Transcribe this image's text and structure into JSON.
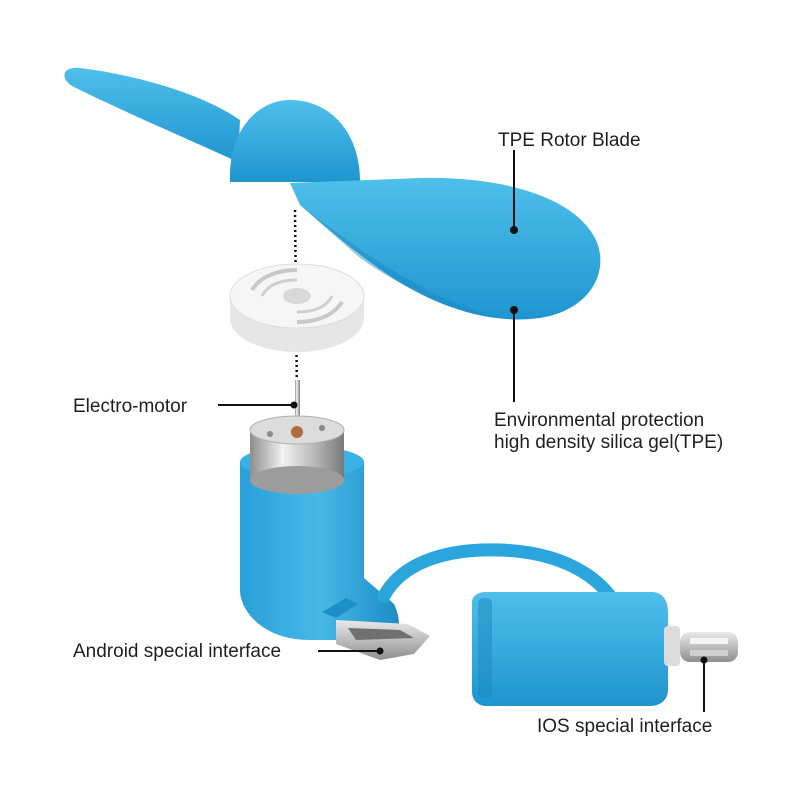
{
  "colors": {
    "fan_blue": "#2aa6dc",
    "fan_blue_dark": "#1a86bb",
    "motor_metal": "#c9c9c9",
    "leader_line": "#111111"
  },
  "labels": {
    "rotor_blade": "TPE Rotor Blade",
    "material_line1": "Environmental protection",
    "material_line2": "high density silica gel(TPE)",
    "motor": "Electro-motor",
    "android": "Android special interface",
    "ios": "IOS special interface"
  }
}
